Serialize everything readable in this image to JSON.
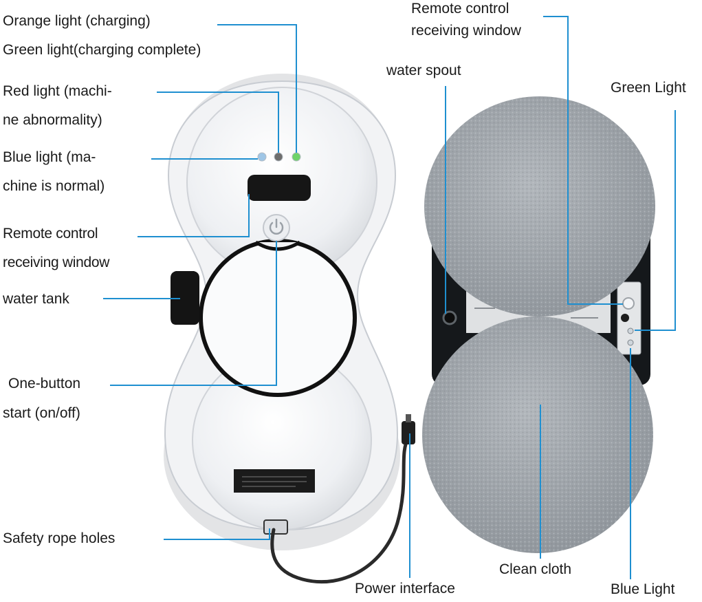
{
  "labels": {
    "orange_light": "Orange light (charging)",
    "green_light_complete": "Green light(charging complete)",
    "red_light_1": "Red light (machi-",
    "red_light_2": "ne abnormality)",
    "blue_light_1": "Blue light (ma-",
    "blue_light_2": "chine is normal)",
    "remote_left_1": "Remote control",
    "remote_left_2": "receiving window",
    "water_tank": "water tank",
    "one_button_1": "One-button",
    "one_button_2": "start (on/off)",
    "safety_rope": "Safety rope holes",
    "power_interface": "Power interface",
    "remote_right_1": "Remote control",
    "remote_right_2": "receiving window",
    "water_spout": "water spout",
    "green_light": "Green Light",
    "clean_cloth": "Clean cloth",
    "blue_light": "Blue Light"
  },
  "colors": {
    "leader_line": "#1e8fd0",
    "body_white": "#f4f5f7",
    "body_shadow": "#c9ccd2",
    "ring_black": "#111111",
    "cloth_gray": "#a3a8ad",
    "indicator_blue": "#9fc6e6",
    "indicator_red": "#6e6e6e",
    "indicator_green": "#6fd36a"
  }
}
